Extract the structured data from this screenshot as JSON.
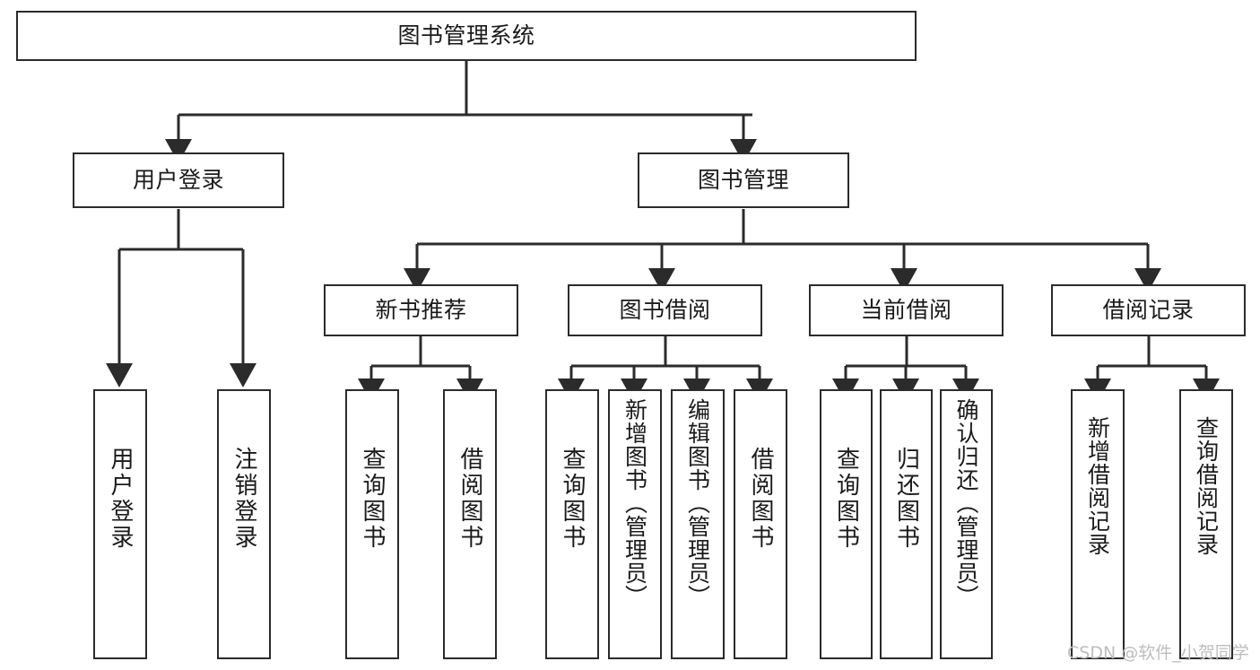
{
  "diagram": {
    "title": "图书管理系统",
    "type": "tree-hierarchy-chart",
    "nodes": {
      "root": {
        "label": "图书管理系统"
      },
      "level2": [
        {
          "id": "user-login",
          "label": "用户登录"
        },
        {
          "id": "book-management",
          "label": "图书管理"
        }
      ],
      "level3": [
        {
          "id": "new-book-recommend",
          "label": "新书推荐"
        },
        {
          "id": "book-borrow",
          "label": "图书借阅"
        },
        {
          "id": "current-borrow",
          "label": "当前借阅"
        },
        {
          "id": "borrow-record",
          "label": "借阅记录"
        }
      ],
      "leaves": [
        {
          "id": "leaf-user-login",
          "label": "用户登录"
        },
        {
          "id": "leaf-logout-login",
          "label": "注销登录"
        },
        {
          "id": "leaf-query-book-1",
          "label": "查询图书"
        },
        {
          "id": "leaf-borrow-book-1",
          "label": "借阅图书"
        },
        {
          "id": "leaf-query-book-2",
          "label": "查询图书"
        },
        {
          "id": "leaf-add-book",
          "label": "新增图书（管理员）"
        },
        {
          "id": "leaf-edit-book",
          "label": "编辑图书（管理员）"
        },
        {
          "id": "leaf-borrow-book-2",
          "label": "借阅图书"
        },
        {
          "id": "leaf-query-book-3",
          "label": "查询图书"
        },
        {
          "id": "leaf-return-book",
          "label": "归还图书"
        },
        {
          "id": "leaf-confirm-return",
          "label": "确认归还（管理员）"
        },
        {
          "id": "leaf-add-borrow-record",
          "label": "新增借阅记录"
        },
        {
          "id": "leaf-query-borrow-record",
          "label": "查询借阅记录"
        }
      ]
    }
  },
  "watermark": {
    "text": "CSDN @软件_小贺同学"
  },
  "colors": {
    "stroke": "#2b2b2b",
    "background": "#ffffff",
    "text": "#1a1a1a",
    "watermark": "#bdbdbd"
  }
}
